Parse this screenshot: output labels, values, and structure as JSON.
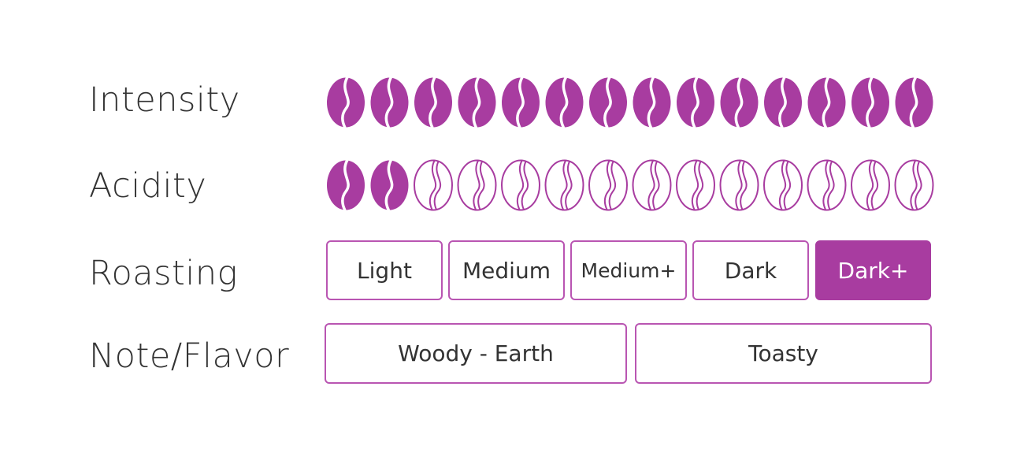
{
  "accent_color": "#a83ca0",
  "intensity": {
    "label": "Intensity",
    "value": 14,
    "max": 14
  },
  "acidity": {
    "label": "Acidity",
    "value": 2,
    "max": 14
  },
  "roasting": {
    "label": "Roasting",
    "options": [
      "Light",
      "Medium",
      "Medium+",
      "Dark",
      "Dark+"
    ],
    "selected": "Dark+"
  },
  "note": {
    "label": "Note/Flavor",
    "options": [
      "Woody - Earth",
      "Toasty"
    ]
  }
}
